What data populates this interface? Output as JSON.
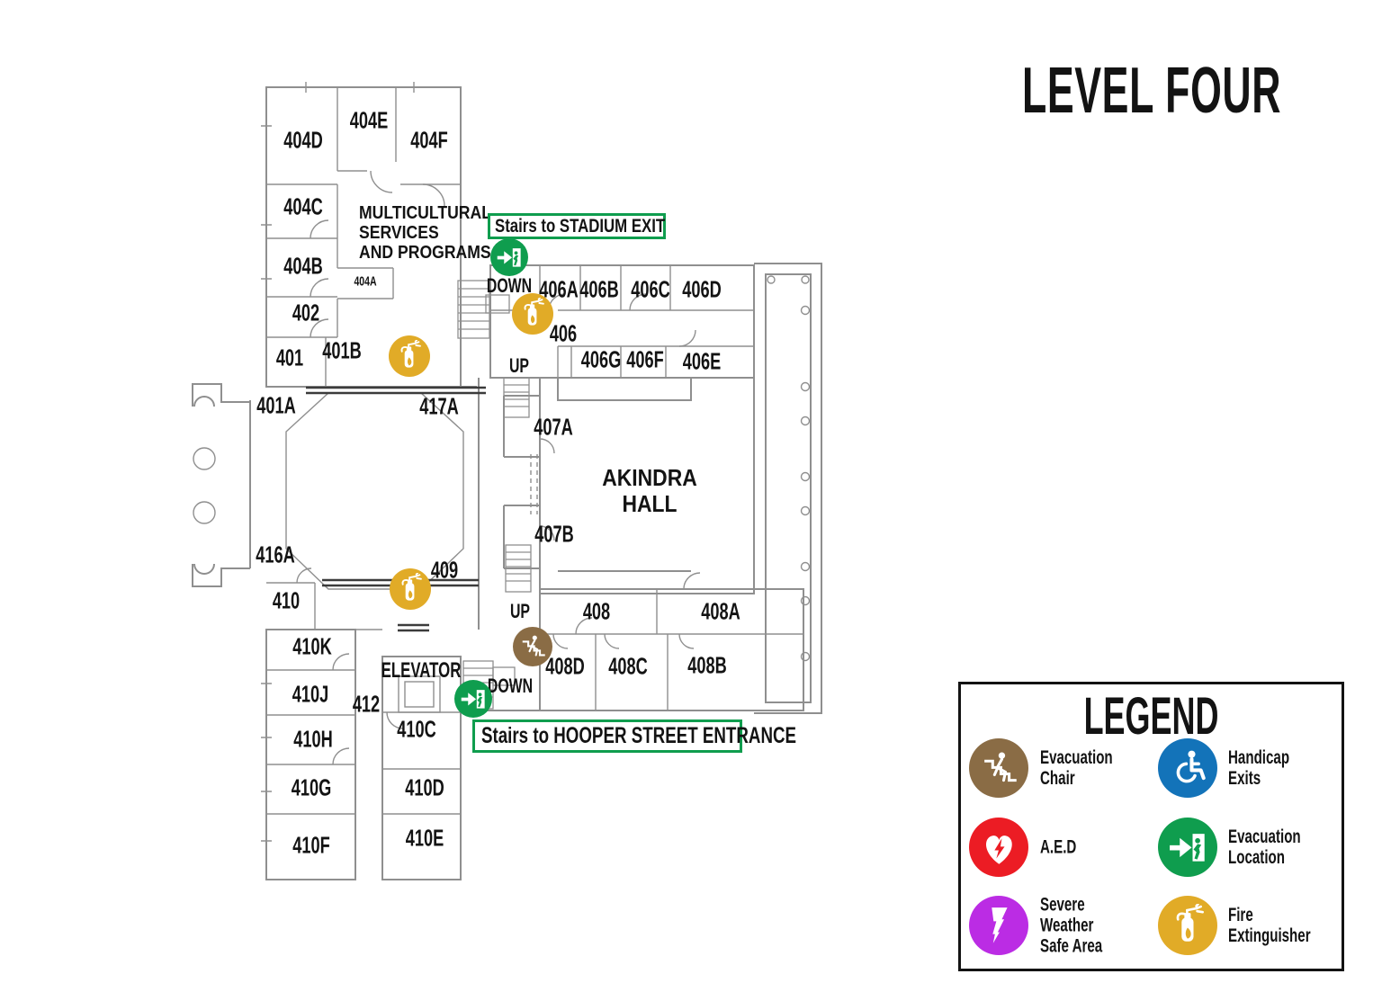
{
  "title": "LEVEL FOUR",
  "map": {
    "rooms": [
      "404D",
      "404E",
      "404F",
      "404C",
      "404B",
      "404A",
      "402",
      "401",
      "401B",
      "401A",
      "417A",
      "416A",
      "409",
      "410",
      "410K",
      "410J",
      "412",
      "410C",
      "410H",
      "410G",
      "410D",
      "410F",
      "410E",
      "406A",
      "406B",
      "406C",
      "406D",
      "406",
      "406G",
      "406F",
      "406E",
      "407A",
      "407B",
      "408",
      "408A",
      "408D",
      "408C",
      "408B"
    ],
    "area_labels": {
      "multicultural": "MULTICULTURAL\nSERVICES\nAND PROGRAMS",
      "akindra": "AKINDRA\nHALL",
      "elevator": "ELEVATOR"
    },
    "stairs": {
      "down_top": "DOWN",
      "up_top": "UP",
      "up_bottom": "UP",
      "down_bottom": "DOWN"
    },
    "callouts": {
      "stadium": "Stairs to STADIUM EXIT",
      "hooper": "Stairs to HOOPER STREET ENTRANCE"
    },
    "map_icons": [
      "evacuation-location",
      "fire-extinguisher",
      "fire-extinguisher",
      "fire-extinguisher",
      "evacuation-chair",
      "evacuation-location"
    ]
  },
  "legend": {
    "title": "LEGEND",
    "items": [
      {
        "label": "Evacuation Chair",
        "icon": "evacuation-chair-icon",
        "color": "#8a6c45"
      },
      {
        "label": "Handicap Exits",
        "icon": "handicap-icon",
        "color": "#1373b9"
      },
      {
        "label": "A.E.D",
        "icon": "aed-icon",
        "color": "#ec1c24"
      },
      {
        "label": "Evacuation Location",
        "icon": "evacuation-location-icon",
        "color": "#0f9d4e"
      },
      {
        "label": "Severe Weather Safe Area",
        "icon": "severe-weather-icon",
        "color": "#bb2ce4"
      },
      {
        "label": "Fire Extinguisher",
        "icon": "fire-extinguisher-icon",
        "color": "#e1ab27"
      }
    ]
  },
  "colors": {
    "evac_green": "#0f9d4e",
    "fire_gold": "#e1ab27",
    "chair_brown": "#8a6c45",
    "handicap_blue": "#1373b9",
    "aed_red": "#ec1c24",
    "weather_purple": "#bb2ce4",
    "callout_border": "#0f9d4e"
  }
}
